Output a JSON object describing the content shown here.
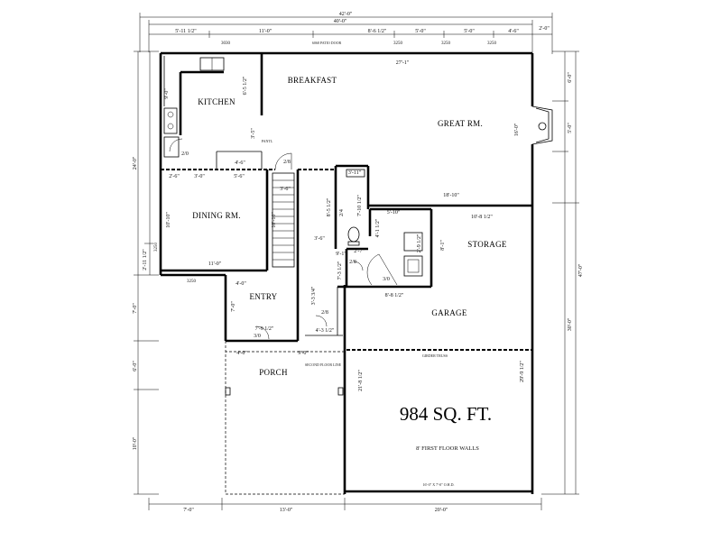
{
  "overall": {
    "total_width": "42'-0\"",
    "upper_width": "40'-0\"",
    "upper_right": "2'-0\"",
    "depth_left": "24'-0\"",
    "depth_right": "47'-0\"",
    "depth_right_lower": "30'-0\"",
    "bottom_left": "7'-0\"",
    "bottom_mid": "13'-0\"",
    "bottom_right": "20'-0\""
  },
  "top_dims": [
    "5'-11 1/2\"",
    "11'-0\"",
    "8'-6 1/2\"",
    "5'-0\"",
    "5'-0\"",
    "4'-6\""
  ],
  "window_tags_top": [
    "3030",
    "3250",
    "3250",
    "3250"
  ],
  "patio_door": "6068 PATIO DOOR",
  "left_dims": [
    "9'-0\"",
    "2'-11 1/2\"",
    "7'-0\"",
    "6'-0\"",
    "10'-0\""
  ],
  "right_dims": [
    "6'-0\"",
    "5'-0\"",
    "16'-0\"",
    "29'-9 1/2\""
  ],
  "rooms": {
    "breakfast": "BREAKFAST",
    "kitchen": "KITCHEN",
    "great_room": "GREAT RM.",
    "dining": "DINING RM.",
    "entry": "ENTRY",
    "storage": "STORAGE",
    "garage": "GARAGE",
    "porch": "PORCH"
  },
  "interior_dims": {
    "great_width": "27'-1\"",
    "great_depth": "16'-0\"",
    "great_lower": "18'-10\"",
    "kitchen_v": "6'-5 1/2\"",
    "kitchen_small": "3'-5\"",
    "kitchen_counter": "4'-6\"",
    "pantry": "PANTL",
    "door_28a": "2/8",
    "door_20": "2/0",
    "dining_dims_a": "2'-6\"",
    "dining_dims_b": "3'-0\"",
    "dining_dims_c": "5'-6\"",
    "dining_depth": "10'-10\"",
    "dining_width": "11'-0\"",
    "window_3250_left": "3250",
    "window_3250_bottom": "3250",
    "stair_a": "3'-6\"",
    "stair_b": "10'-10\"",
    "stair_c": "3'-6\"",
    "bath_a": "3'-11\"",
    "bath_b": "7'-10 1/2\"",
    "bath_c": "8'-5 1/2\"",
    "bath_d": "2/4",
    "bath_e": "2'-7\"",
    "bath_f": "9'-1\"",
    "entry_a": "4'-0\"",
    "entry_b": "7'-0\"",
    "entry_c": "7'-9 1/2\"",
    "entry_d": "3/0",
    "entry_e": "7'-3 1/2\"",
    "entry_f": "3'-3 3/4\"",
    "entry_g": "2/8",
    "entry_h": "4'-3 1/2\"",
    "entry_i": "2/8",
    "storage_a": "5'-10\"",
    "storage_b": "4'-1 1/2\"",
    "storage_c": "2'-9 1/2\"",
    "storage_d": "10'-8 1/2\"",
    "storage_e": "8'-1\"",
    "storage_f": "8'-8 1/2\"",
    "storage_door": "3/0",
    "porch_a": "4'-0\"",
    "porch_b": "9'-0\"",
    "garage_left": "21'-8 1/2\"",
    "girder": "GIRDER TRUSS",
    "second_floor": "SECOND FLOOR LINE",
    "ohd": "16'-0\" X 7'-0\" O.H.D."
  },
  "area": "984 SQ. FT.",
  "note": "8' FIRST FLOOR WALLS"
}
